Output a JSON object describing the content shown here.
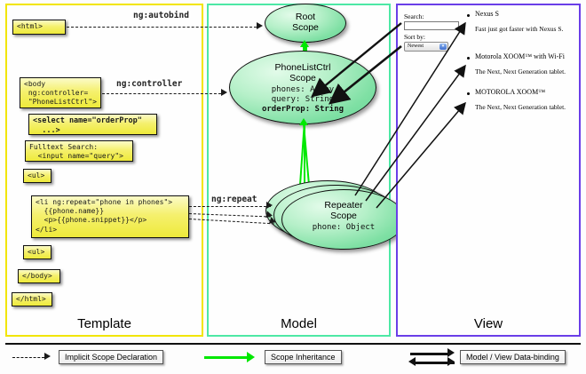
{
  "panels": {
    "template": {
      "label": "Template",
      "border_color": "#f2e500"
    },
    "model": {
      "label": "Model",
      "border_color": "#4de8a5"
    },
    "view": {
      "label": "View",
      "border_color": "#6a3ee8"
    }
  },
  "template": {
    "boxes": [
      {
        "id": "html-open",
        "text": "<html>"
      },
      {
        "id": "body-open",
        "text": "<body\n ng:controller=\n \"PhoneListCtrl\">"
      },
      {
        "id": "select-tag",
        "text": "<select name=\"orderProp\"\n  ...>"
      },
      {
        "id": "fulltext",
        "text": "Fulltext Search:\n  <input name=\"query\">"
      },
      {
        "id": "ul-open",
        "text": "<ul>"
      },
      {
        "id": "li-repeat",
        "text": "<li ng:repeat=\"phone in phones\">\n  {{phone.name}}\n  <p>{{phone.snippet}}</p>\n</li>"
      },
      {
        "id": "ul-close",
        "text": "<ul>"
      },
      {
        "id": "body-close",
        "text": "</body>"
      },
      {
        "id": "html-close",
        "text": "</html>"
      }
    ]
  },
  "connectors": [
    {
      "id": "ng-autobind",
      "label": "ng:autobind"
    },
    {
      "id": "ng-controller",
      "label": "ng:controller"
    },
    {
      "id": "ng-repeat",
      "label": "ng:repeat"
    }
  ],
  "model": {
    "scopes": [
      {
        "id": "root-scope",
        "title_line1": "Root",
        "title_line2": "Scope",
        "properties": []
      },
      {
        "id": "phonelistctrl-scope",
        "title_line1": "PhoneListCtrl",
        "title_line2": "Scope",
        "properties": [
          {
            "text": "phones: Array",
            "bold": false
          },
          {
            "text": "query: String",
            "bold": false
          },
          {
            "text": "orderProp: String",
            "bold": true
          }
        ]
      },
      {
        "id": "repeater-scope",
        "title_line1": "Repeater",
        "title_line2": "Scope",
        "properties": [
          {
            "text": "phone: Object",
            "bold": false
          }
        ]
      }
    ]
  },
  "view": {
    "search_label": "Search:",
    "search_value": "",
    "sort_label": "Sort by:",
    "sort_selected": "Newest",
    "sort_options": [
      "Newest"
    ],
    "phones": [
      {
        "name": "Nexus S",
        "snippet": "Fast just got faster with Nexus S."
      },
      {
        "name": "Motorola XOOM™ with Wi-Fi",
        "snippet": "The Next, Next Generation tablet."
      },
      {
        "name": "MOTOROLA XOOM™",
        "snippet": "The Next, Next Generation tablet."
      }
    ]
  },
  "legend": {
    "items": [
      {
        "id": "implicit-scope-declaration",
        "label": "Implicit Scope Declaration",
        "style": "dashed"
      },
      {
        "id": "scope-inheritance",
        "label": "Scope Inheritance",
        "style": "green"
      },
      {
        "id": "model-view-data-binding",
        "label": "Model / View Data-binding",
        "style": "double"
      }
    ]
  },
  "colors": {
    "code_box_fill": "#eeea3a",
    "scope_fill": "#7fe0a4",
    "inheritance_arrow": "#00e800",
    "binding_arrow": "#111111"
  }
}
